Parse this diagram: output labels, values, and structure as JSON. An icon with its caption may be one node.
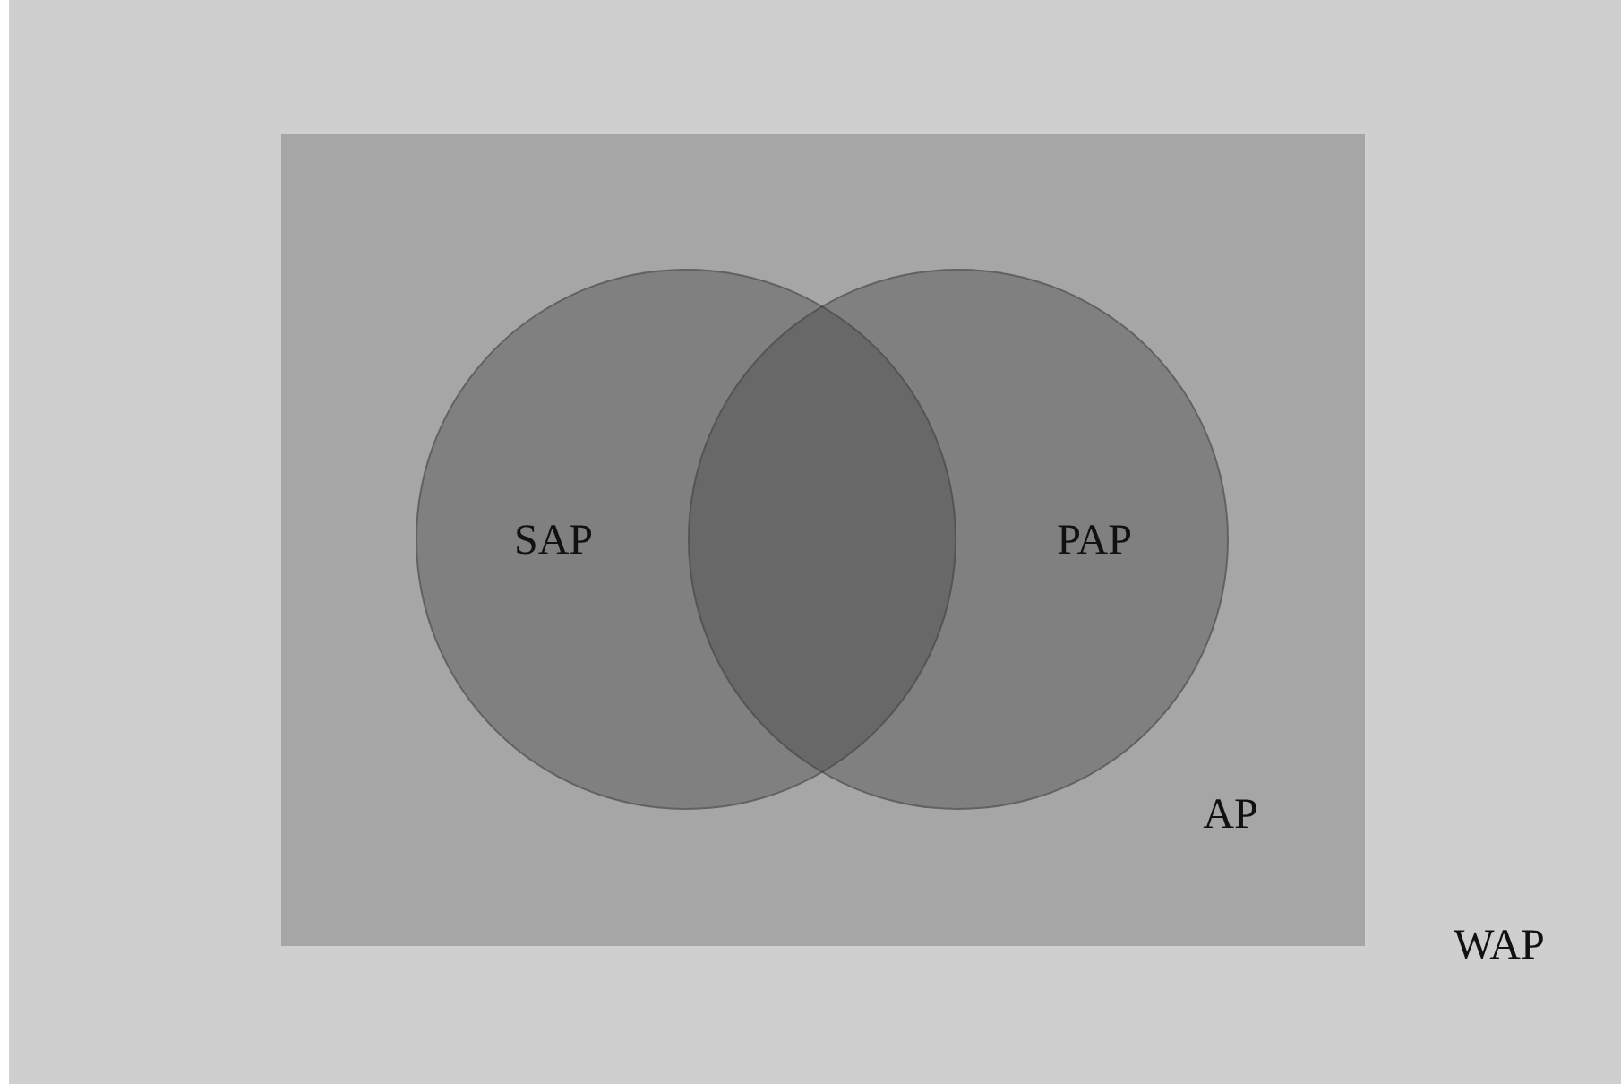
{
  "diagram": {
    "nodes": [
      {
        "text": [
          "WAP"
        ]
      },
      {
        "text": [
          "AP"
        ],
        "in": 0
      },
      {
        "text": [
          "SAP"
        ],
        "in": 1
      },
      {
        "text": [
          "PAP"
        ],
        "in": 1
      }
    ]
  }
}
